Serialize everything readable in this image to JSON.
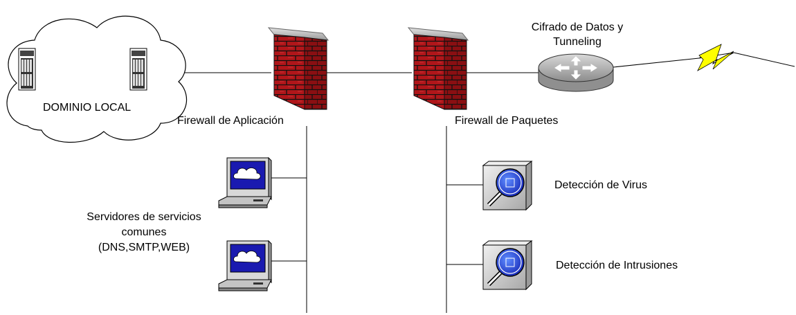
{
  "labels": {
    "local_domain": "DOMINIO LOCAL",
    "app_firewall": "Firewall de Aplicación",
    "packet_firewall": "Firewall de Paquetes",
    "encryption_line1": "Cifrado de Datos y",
    "encryption_line2": "Tunneling",
    "common_servers_line1": "Servidores de servicios",
    "common_servers_line2": "comunes",
    "common_servers_line3": "(DNS,SMTP,WEB)",
    "virus_detection": "Detección de Virus",
    "intrusion_detection": "Detección de Intrusiones"
  },
  "icons": {
    "server": "server-tower-icon",
    "firewall": "brick-firewall-icon",
    "router": "router-icon",
    "workstation": "computer-workstation-icon",
    "detector": "magnifier-detector-icon",
    "wan_link": "lightning-link-icon",
    "cloud": "cloud-icon"
  },
  "colors": {
    "brick": "#b0161a",
    "mortar": "#111111",
    "firewall_cap": "#c8c8c8",
    "router_body": "#b8b8b8",
    "screen_blue": "#1a1ab0",
    "detector_lens": "#1d3fd6",
    "lightning": "#ffff00",
    "line": "#000000"
  }
}
